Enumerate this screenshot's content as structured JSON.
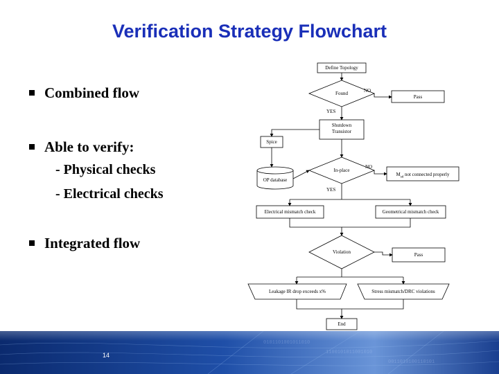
{
  "title": "Verification Strategy Flowchart",
  "bullets": {
    "combined": "Combined flow",
    "able": "Able to verify:",
    "physical": "-  Physical checks",
    "electrical": "-  Electrical checks",
    "integrated": "Integrated flow"
  },
  "flowchart": {
    "define_topology": "Define Topology",
    "found": "Found",
    "no_1": "NO",
    "pass_1": "Pass",
    "yes_1": "YES",
    "shutdown_1": "Shutdown",
    "shutdown_2": "Transistor",
    "spice": "Spice",
    "op_database": "OP database",
    "in_place": "In-place",
    "no_2": "NO",
    "not_connected_pre": "M",
    "not_connected_sub": "sd",
    "not_connected_post": " not connected properly",
    "yes_2": "YES",
    "electrical_mismatch": "Electrical mismatch check",
    "geometrical_mismatch": "Geometrical mismatch check",
    "violation": "Violation",
    "pass_2": "Pass",
    "leakage": "Leakage IR drop exceeds x%",
    "stress": "Stress mismatch/DRC violations",
    "end": "End"
  },
  "footer": {
    "page_number": "14",
    "colors": {
      "dark": "#0b2a6e",
      "mid": "#1f4fa8",
      "light": "#5f8fd6"
    }
  }
}
